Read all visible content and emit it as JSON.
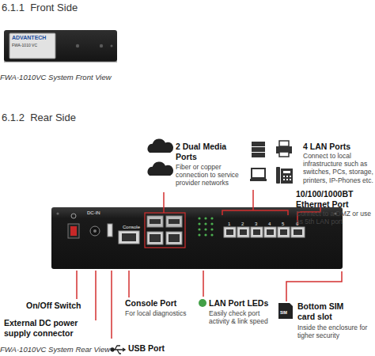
{
  "diagram": {
    "nodes": [
      {
        "text": [
          "ADVANTECH",
          "FWA-1010 VC"
        ]
      },
      {
        "text": [
          "DC-IN",
          "Console",
          "1",
          "2",
          "3",
          "4",
          "5",
          "6"
        ]
      }
    ],
    "labels": [
      "6.1.1  Front Side",
      "FWA-1010VC System Front View",
      "6.1.2  Rear Side",
      "2 Dual Media Ports",
      "Fiber or copper connection to service provider networks",
      "4 LAN Ports",
      "Connect to local infrastructure such as switches, PCs, storage, printers, IP-Phones etc.",
      "10/100/1000BT Ethernet Port",
      "Connect to a DMZ or use as 5th LAN port",
      "On/Off Switch",
      "External DC power supply connector",
      "USB Port",
      "Console Port",
      "For local diagnostics",
      "LAN Port LEDs",
      "Easily check port activity & link speed",
      "Bottom SIM card slot",
      "Inside the enclosure for tigher security",
      "FWA-1010VC System Rear View",
      "SIM"
    ]
  }
}
